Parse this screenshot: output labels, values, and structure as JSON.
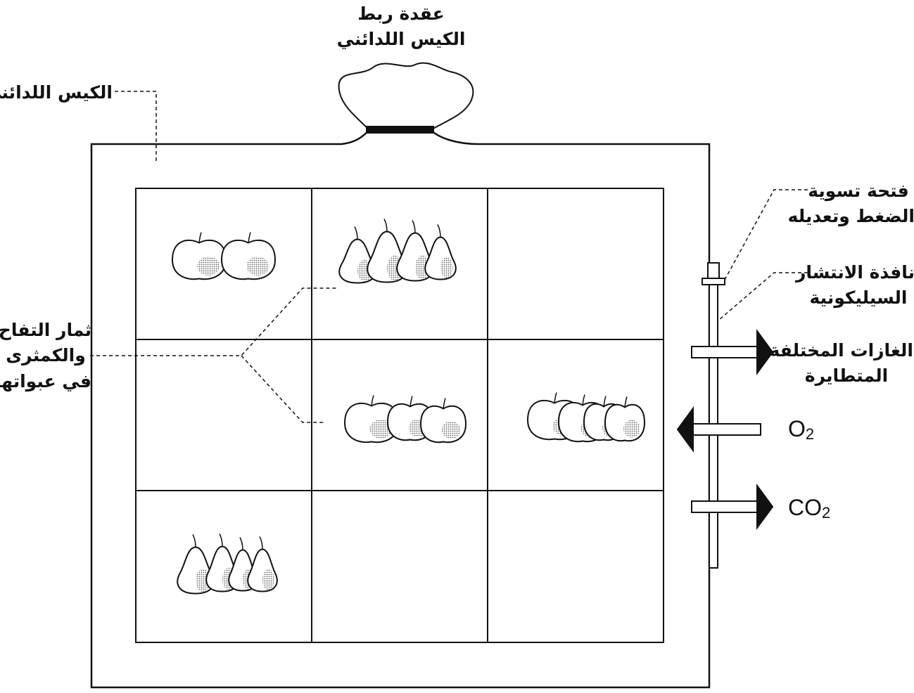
{
  "labels": {
    "bag_tie_knot": [
      "عقدة ربط",
      "الكيس اللدائني"
    ],
    "plastic_bag": "الكيس اللدائني",
    "pressure_vent": [
      "فتحة تسوية",
      "الضغط وتعديله"
    ],
    "silicone_window": [
      "نافذة الانتشار",
      "السيليكونية"
    ],
    "volatile_gases": [
      "الغازات المختلفة",
      "المتطايرة"
    ],
    "fruits_in_packages": [
      "ثمار التفاح",
      "والكمثرى",
      "في عبواتها"
    ]
  },
  "gases": {
    "o2": {
      "main": "O",
      "sub": "2"
    },
    "co2": {
      "main": "CO",
      "sub": "2"
    }
  },
  "grid": {
    "rows": 3,
    "cols": 3,
    "cells": [
      [
        "apples",
        "pears",
        ""
      ],
      [
        "",
        "apples",
        "apples"
      ],
      [
        "pears",
        "",
        ""
      ]
    ]
  },
  "colors": {
    "stroke": "#111111",
    "shade": "#8a8a8a",
    "background": "#ffffff"
  }
}
